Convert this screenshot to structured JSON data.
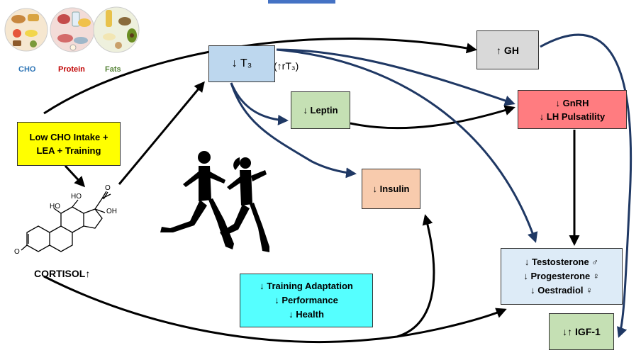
{
  "colors": {
    "yellow": "#ffff00",
    "blue_box": "#bdd7ee",
    "grey_box": "#d9d9d9",
    "green_box": "#c5e0b4",
    "orange_box": "#f8cbad",
    "red_box": "#ff7c80",
    "light_blue_box": "#ddebf7",
    "cyan_box": "#55ffff",
    "arrow_navy": "#1f3864",
    "arrow_black": "#000000"
  },
  "food": {
    "cho": "CHO",
    "protein": "Protein",
    "fats": "Fats"
  },
  "nodes": {
    "intake_line1": "Low CHO Intake +",
    "intake_line2": "LEA + Training",
    "t3": "↓ T₃",
    "rt3": "(↑rT₃)",
    "gh": "↑ GH",
    "leptin": "↓ Leptin",
    "gnrh_line1": "↓  GnRH",
    "gnrh_line2": "↓  LH Pulsatility",
    "insulin": "↓ Insulin",
    "sex_line1": "↓  Testosterone ♂",
    "sex_line2": "↓  Progesterone ♀",
    "sex_line3": "↓  Oestradiol ♀",
    "igf": "↓↑  IGF-1",
    "outcome_line1": "↓  Training Adaptation",
    "outcome_line2": "↓  Performance",
    "outcome_line3": "↓  Health",
    "cortisol": "CORTISOL↑"
  },
  "molecule": {
    "ho1": "HO",
    "ho2": "HO",
    "oh": "OH",
    "o1": "O",
    "o2": "O"
  },
  "icons": [
    "food-groups-icon",
    "runners-silhouette-icon",
    "cortisol-molecule-icon"
  ]
}
